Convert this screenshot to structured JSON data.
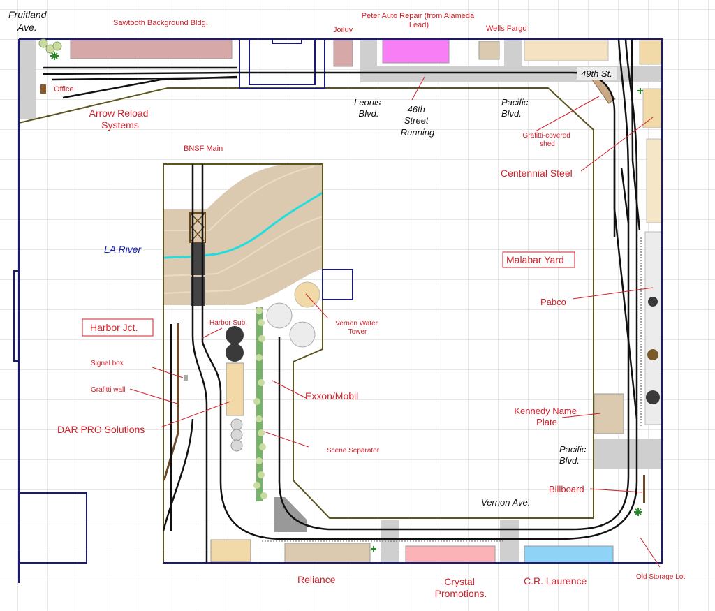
{
  "colors": {
    "wall": "#1a1a7a",
    "benchwork": "#5c5520",
    "track": "#111111",
    "road": "#cfcfcf",
    "riverbed": "#dccab0",
    "water": "#22dddd",
    "label_red": "#d0202a",
    "label_blue": "#1a22b0"
  },
  "labels": {
    "fruitland_ave": [
      "Fruitland",
      "Ave."
    ],
    "sawtooth": "Sawtooth Background Bldg.",
    "joiluv": "Joiluv",
    "peter_auto": [
      "Peter Auto Repair (from Alameda",
      "Lead)"
    ],
    "wells_fargo": "Wells Fargo",
    "st49": "49th St.",
    "office": "Office",
    "arrow_reload": [
      "Arrow Reload",
      "Systems"
    ],
    "leonis": [
      "Leonis",
      "Blvd."
    ],
    "street46": [
      "46th",
      "Street",
      "Running"
    ],
    "pacific_top": [
      "Pacific",
      "Blvd."
    ],
    "graffiti_shed": [
      "Grafitti-covered",
      "shed"
    ],
    "bnsf_main": "BNSF Main",
    "centennial": "Centennial Steel",
    "la_river": "LA River",
    "malabar": "Malabar Yard",
    "pabco": "Pabco",
    "vernon_tower": [
      "Vernon Water",
      "Tower"
    ],
    "harbor_jct": "Harbor Jct.",
    "harbor_sub": "Harbor Sub.",
    "signal_box": "Signal box",
    "graffiti_wall": "Grafitti wall",
    "exxon": "Exxon/Mobil",
    "dar_pro": "DAR PRO Solutions",
    "kennedy": [
      "Kennedy Name",
      "Plate"
    ],
    "scene_sep": "Scene Separator",
    "pacific_bottom": [
      "Pacific",
      "Blvd."
    ],
    "billboard": "Billboard",
    "vernon_ave": "Vernon Ave.",
    "reliance": "Reliance",
    "crystal": [
      "Crystal",
      "Promotions."
    ],
    "cr_laurence": "C.R. Laurence",
    "old_storage": "Old Storage Lot"
  }
}
